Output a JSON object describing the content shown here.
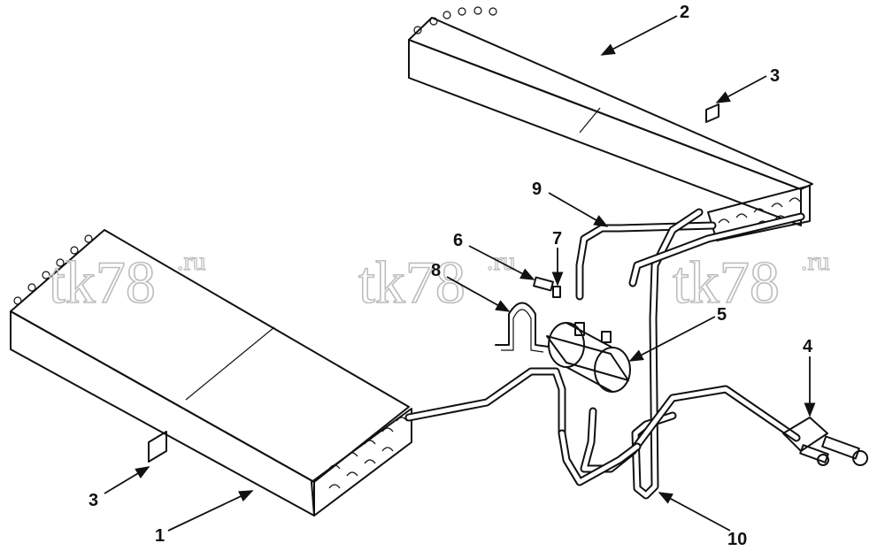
{
  "diagram": {
    "callouts": [
      {
        "id": "1",
        "label": "1"
      },
      {
        "id": "2",
        "label": "2"
      },
      {
        "id": "3a",
        "label": "3"
      },
      {
        "id": "3b",
        "label": "3"
      },
      {
        "id": "4",
        "label": "4"
      },
      {
        "id": "5",
        "label": "5"
      },
      {
        "id": "6",
        "label": "6"
      },
      {
        "id": "7",
        "label": "7"
      },
      {
        "id": "8",
        "label": "8"
      },
      {
        "id": "9",
        "label": "9"
      },
      {
        "id": "10",
        "label": "10"
      }
    ],
    "watermark": {
      "main": "tk78",
      "superscript": ".ru"
    }
  }
}
